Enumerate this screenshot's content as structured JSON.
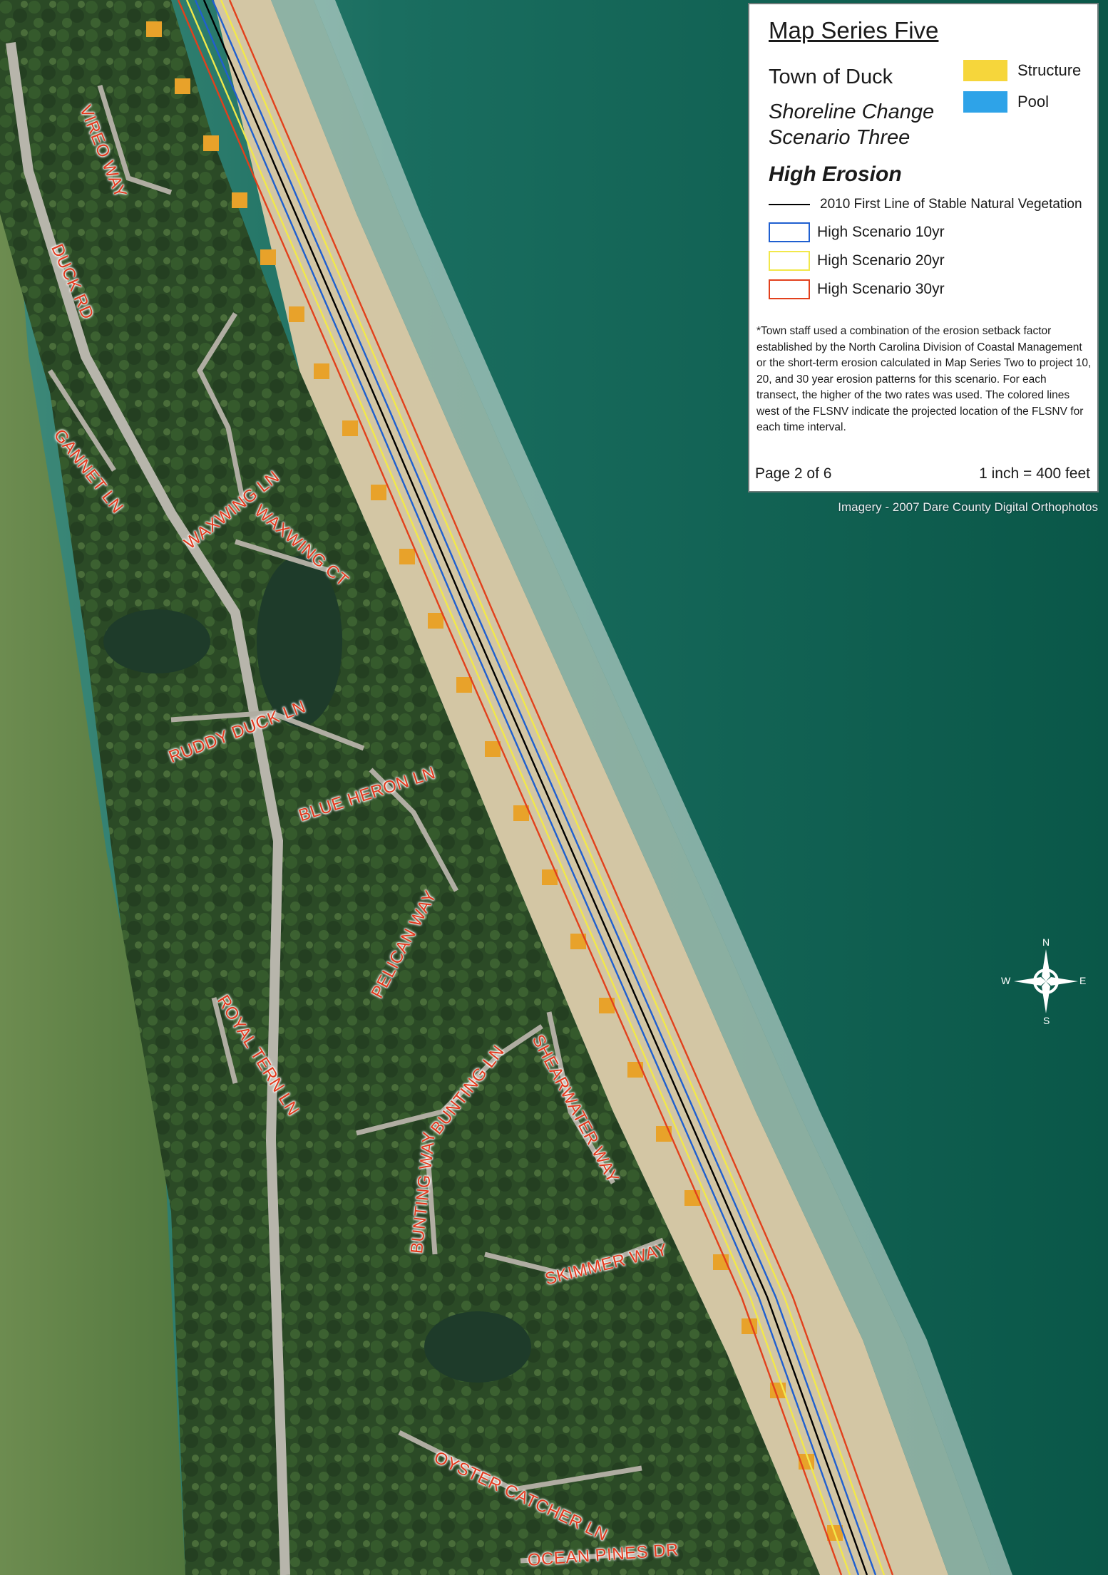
{
  "legend": {
    "title": "Map Series Five",
    "town": "Town of Duck",
    "subtitle": "Shoreline Change Scenario Three",
    "erosion": "High Erosion",
    "swatches": [
      {
        "label": "Structure",
        "color": "#f6d63b"
      },
      {
        "label": "Pool",
        "color": "#2ea3e8"
      }
    ],
    "lines": [
      {
        "label": "2010 First Line of Stable Natural Vegetation",
        "color": "#000000"
      },
      {
        "label": "High Scenario 10yr",
        "color": "#1f5fd0"
      },
      {
        "label": "High Scenario 20yr",
        "color": "#f2e84a"
      },
      {
        "label": "High Scenario 30yr",
        "color": "#e2401c"
      }
    ],
    "note": "*Town staff used a combination of the erosion setback factor established by the North Carolina Division of Coastal Management or the short-term erosion calculated in Map Series Two to project 10, 20, and 30 year erosion patterns for this scenario. For each transect, the higher of the two rates was used. The colored lines west of the FLSNV indicate the projected location of the FLSNV for each time interval.",
    "page": "Page 2 of 6",
    "scale": "1 inch = 400 feet"
  },
  "credit": "Imagery - 2007 Dare County Digital Orthophotos",
  "compass": {
    "n": "N",
    "s": "S",
    "e": "E",
    "w": "W"
  },
  "roads": [
    {
      "id": "vireo-way",
      "label": "VIREO WAY"
    },
    {
      "id": "duck-rd",
      "label": "DUCK RD"
    },
    {
      "id": "gannet-ln",
      "label": "GANNET LN"
    },
    {
      "id": "waxwing-ln",
      "label": "WAXWING LN"
    },
    {
      "id": "waxwing-ct",
      "label": "WAXWING CT"
    },
    {
      "id": "ruddy-duck-ln",
      "label": "RUDDY DUCK LN"
    },
    {
      "id": "blue-heron-ln",
      "label": "BLUE HERON LN"
    },
    {
      "id": "pelican-way",
      "label": "PELICAN WAY"
    },
    {
      "id": "royal-tern-ln",
      "label": "ROYAL TERN LN"
    },
    {
      "id": "bunting-ln",
      "label": "BUNTING LN"
    },
    {
      "id": "shearwater-way",
      "label": "SHEARWATER WAY"
    },
    {
      "id": "bunting-way",
      "label": "BUNTING WAY"
    },
    {
      "id": "skimmer-way",
      "label": "SKIMMER WAY"
    },
    {
      "id": "oyster-catcher-ln",
      "label": "OYSTER CATCHER LN"
    },
    {
      "id": "ocean-pines-dr",
      "label": "OCEAN PINES DR"
    }
  ]
}
